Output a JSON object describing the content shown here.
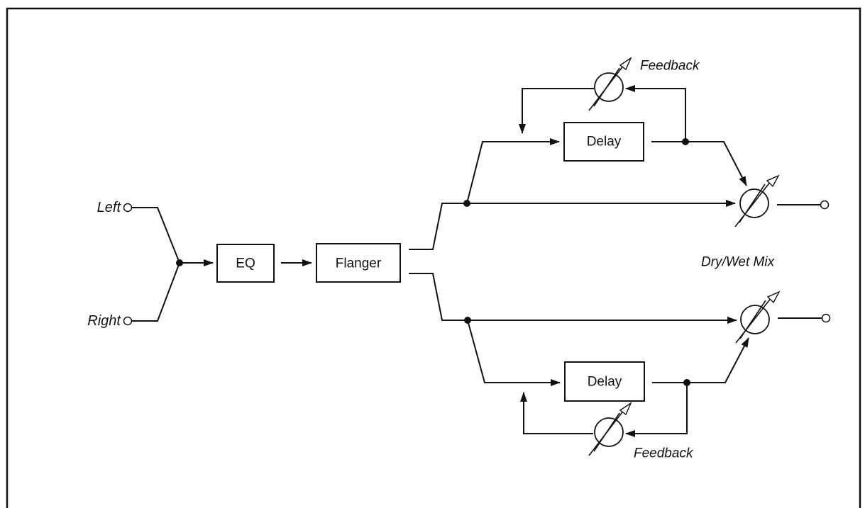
{
  "diagram": {
    "inputs": {
      "left": "Left",
      "right": "Right"
    },
    "blocks": {
      "eq": "EQ",
      "flanger": "Flanger",
      "delay_top": "Delay",
      "delay_bottom": "Delay"
    },
    "labels": {
      "feedback_top": "Feedback",
      "feedback_bottom": "Feedback",
      "mix": "Dry/Wet Mix"
    }
  }
}
